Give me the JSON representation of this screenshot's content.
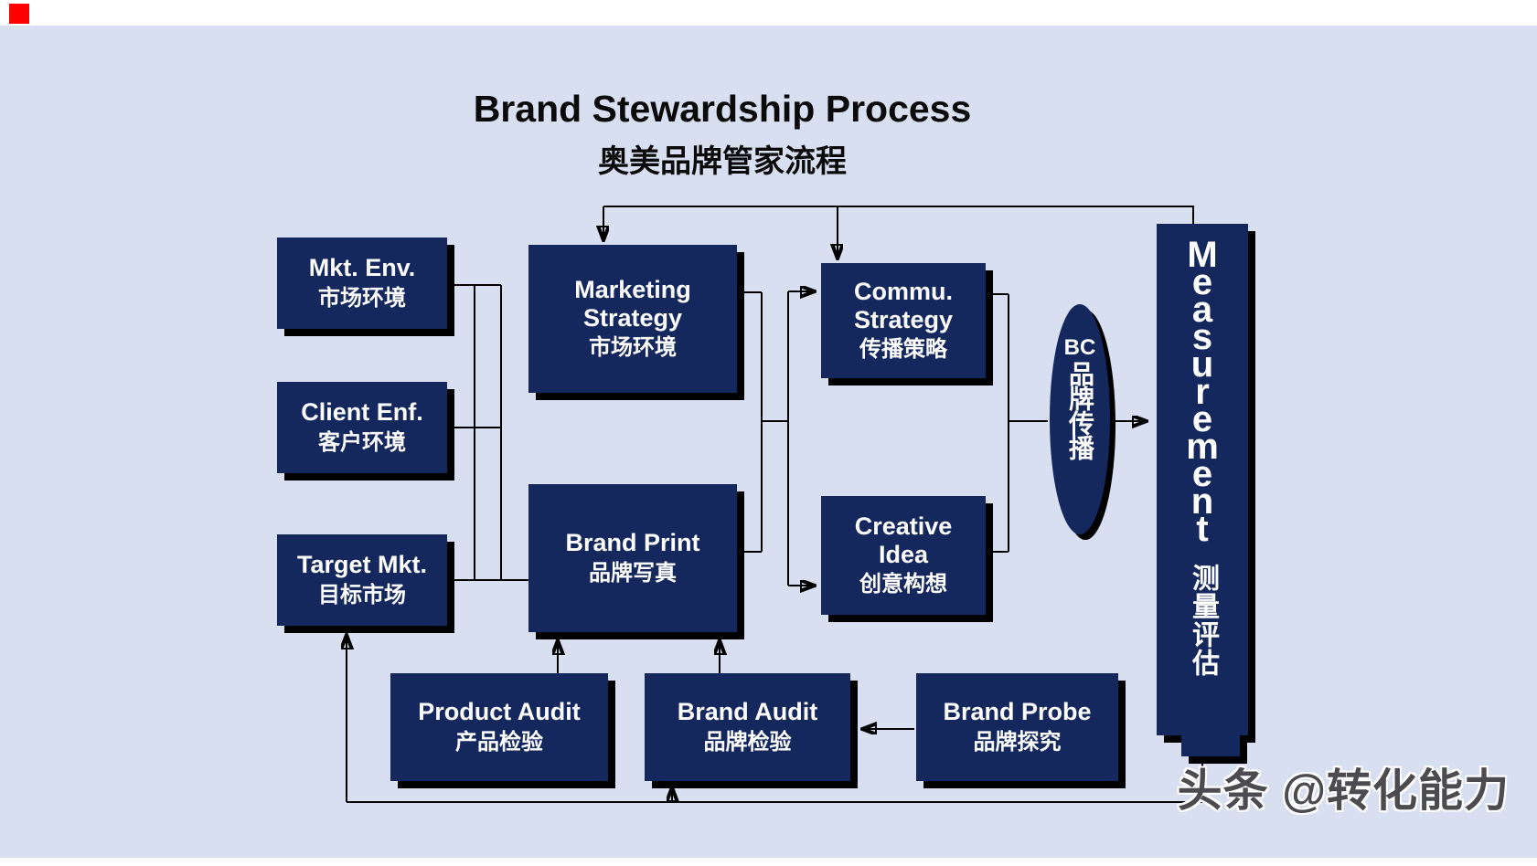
{
  "title": {
    "en": "Brand Stewardship Process",
    "zh": "奥美品牌管家流程"
  },
  "nodes": {
    "mkt_env": {
      "en": "Mkt. Env.",
      "zh": "市场环境"
    },
    "client_enf": {
      "en": "Client Enf.",
      "zh": "客户环境"
    },
    "target_mkt": {
      "en": "Target Mkt.",
      "zh": "目标市场"
    },
    "marketing_strategy": {
      "en": "Marketing Strategy",
      "zh": "市场环境"
    },
    "brand_print": {
      "en": "Brand Print",
      "zh": "品牌写真"
    },
    "commu_strategy": {
      "en": "Commu. Strategy",
      "zh": "传播策略"
    },
    "creative_idea": {
      "en": "Creative Idea",
      "zh": "创意构想"
    },
    "bc_ellipse": {
      "en": "BC",
      "zh": "品牌传播"
    },
    "measurement": {
      "en": "Measurement",
      "zh": "测量评估"
    },
    "product_audit": {
      "en": "Product Audit",
      "zh": "产品检验"
    },
    "brand_audit": {
      "en": "Brand Audit",
      "zh": "品牌检验"
    },
    "brand_probe": {
      "en": "Brand Probe",
      "zh": "品牌探究"
    }
  },
  "watermark": "头条 @转化能力",
  "colors": {
    "background": "#d8dff0",
    "node_fill": "#15285e",
    "node_text": "#ffffff",
    "line": "#000000",
    "shadow": "#000000",
    "accent_red": "#ff0000",
    "watermark_text": "#23232a"
  }
}
